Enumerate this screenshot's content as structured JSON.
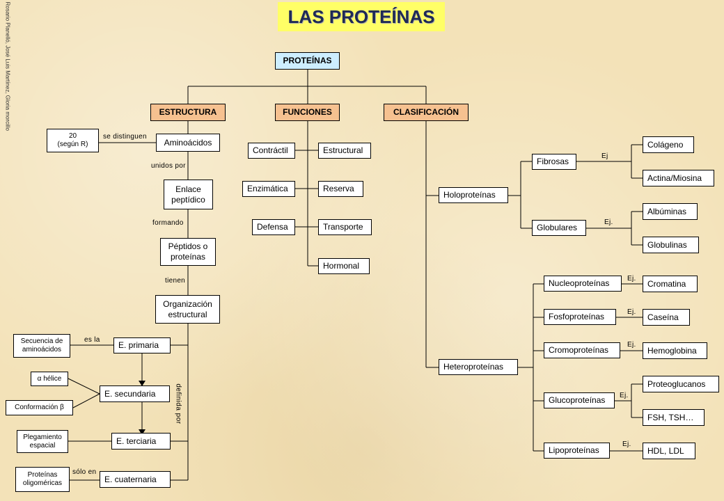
{
  "title": "LAS PROTEÍNAS",
  "credit": "Rosario Planelló, José Luis Martínez, Gloria morcillo",
  "root": "PROTEÍNAS",
  "sections": {
    "estructura": "ESTRUCTURA",
    "funciones": "FUNCIONES",
    "clasificacion": "CLASIFICACIÓN"
  },
  "estructura": {
    "aminoacidos": "Aminoácidos",
    "twenty": "20\n(según R)",
    "se_distinguen": "se distinguen",
    "unidos_por": "unidos por",
    "enlace": "Enlace\npeptídico",
    "formando": "formando",
    "peptidos": "Péptidos o\nproteínas",
    "tienen": "tienen",
    "organizacion": "Organización\nestructural",
    "definida_por": "definida por",
    "primaria": "E. primaria",
    "es_la": "es la",
    "secuencia": "Secuencia de\naminoácidos",
    "secundaria": "E. secundaria",
    "helice": "α hélice",
    "conformacion": "Conformación β",
    "terciaria": "E. terciaria",
    "plegamiento": "Plegamiento\nespacial",
    "cuaternaria": "E. cuaternaria",
    "solo_en": "sólo en",
    "oligomericas": "Proteínas\noligoméricas"
  },
  "funciones": {
    "contractil": "Contráctil",
    "estructural": "Estructural",
    "enzimatica": "Enzimática",
    "reserva": "Reserva",
    "defensa": "Defensa",
    "transporte": "Transporte",
    "hormonal": "Hormonal"
  },
  "clasificacion": {
    "holo": "Holoproteínas",
    "fibrosas": "Fibrosas",
    "ej_fib": "Ej",
    "colageno": "Colágeno",
    "actina": "Actina/Miosina",
    "globulares": "Globulares",
    "ej_glob": "Ej.",
    "albuminas": "Albúminas",
    "globulinas": "Globulinas",
    "hetero": "Heteroproteínas",
    "nucleo": "Nucleoproteínas",
    "ej_nucleo": "Ej.",
    "cromatina": "Cromatina",
    "fosfo": "Fosfoproteínas",
    "ej_fosfo": "Ej.",
    "caseina": "Caseína",
    "cromo": "Cromoproteínas",
    "ej_cromo": "Ej.",
    "hemoglobina": "Hemoglobina",
    "gluco": "Glucoproteínas",
    "ej_gluco": "Ej.",
    "proteoglucanos": "Proteoglucanos",
    "fsh": "FSH, TSH…",
    "lipo": "Lipoproteínas",
    "ej_lipo": "Ej.",
    "hdl": "HDL, LDL"
  },
  "colors": {
    "title_bg": "#ffff66",
    "title_text": "#1f2a55",
    "root_bg": "#cdeeff",
    "section_bg": "#f6c190",
    "page_bg": "#f3e2b8"
  }
}
